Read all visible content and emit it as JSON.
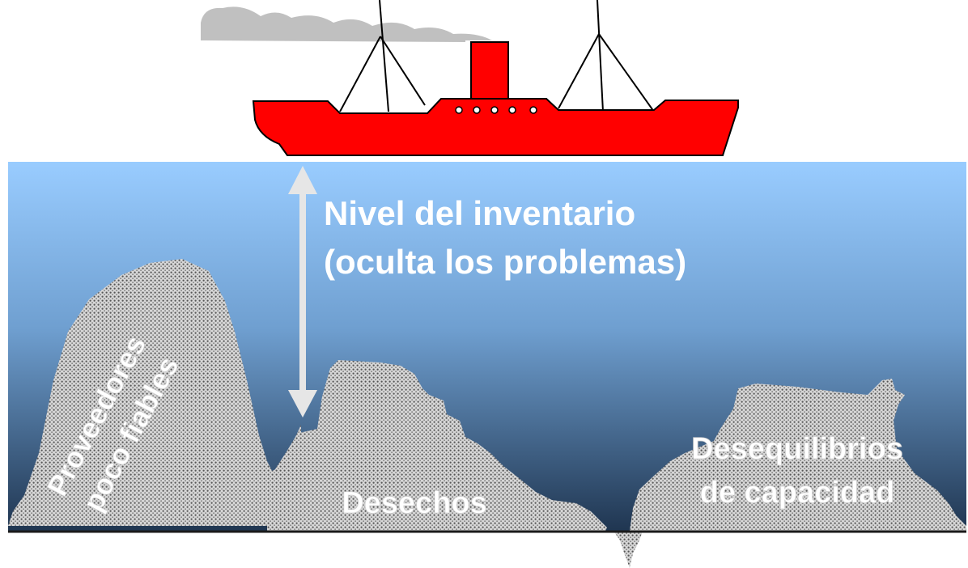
{
  "labels": {
    "inventory_line1": "Nivel del inventario",
    "inventory_line2": "(oculta los problemas)",
    "rock_left_line1": "Proveedores",
    "rock_left_line2": "poco fiables",
    "rock_middle": "Desechos",
    "rock_right_line1": "Desequilibrios",
    "rock_right_line2": "de capacidad"
  },
  "colors": {
    "water_top": "#99ccff",
    "water_bottom": "#1f3550",
    "ship_hull": "#ff0000",
    "smoke": "#c0c0c0",
    "rock": "#c8c8c8",
    "arrow": "#e6e6e6",
    "label_text": "#ffffff"
  }
}
